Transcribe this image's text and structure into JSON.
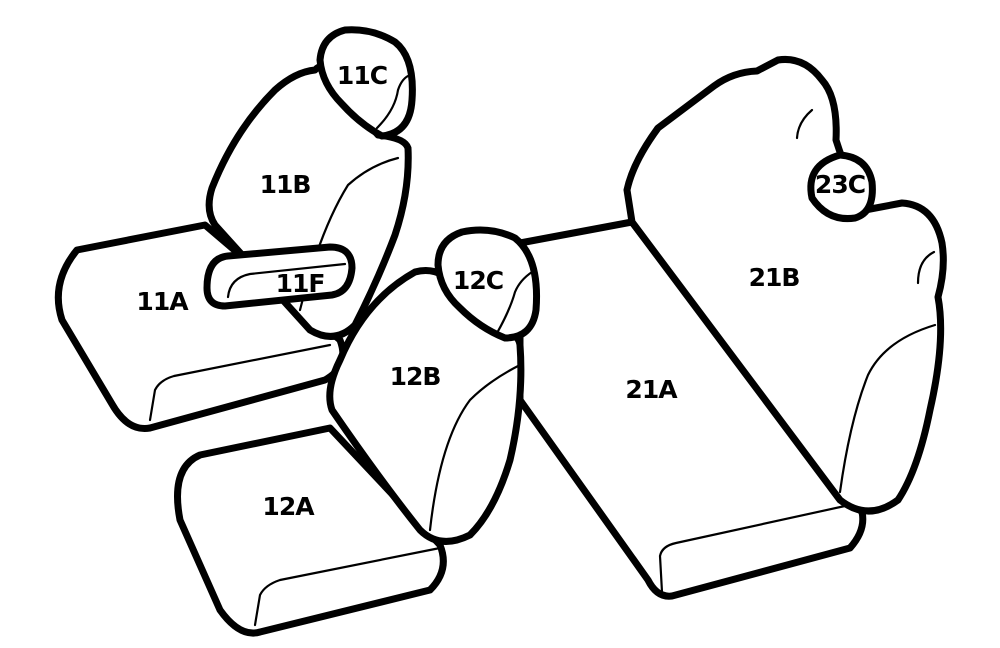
{
  "parts": {
    "seat_11A": "11A",
    "seat_11B": "11B",
    "seat_11C": "11C",
    "seat_11F": "11F",
    "seat_12A": "12A",
    "seat_12B": "12B",
    "seat_12C": "12C",
    "seat_21A": "21A",
    "seat_21B": "21B",
    "seat_23C": "23C"
  },
  "colors": {
    "outline": "#000000",
    "fill": "#ffffff"
  }
}
